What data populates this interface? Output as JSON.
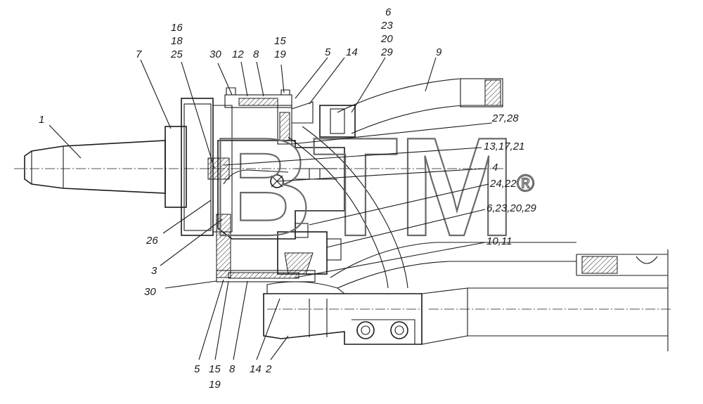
{
  "watermark": {
    "text": "BTM",
    "mark": "®"
  },
  "labels": [
    {
      "id": "l1",
      "text": "1"
    },
    {
      "id": "l7",
      "text": "7"
    },
    {
      "id": "l16",
      "text": "16"
    },
    {
      "id": "l18",
      "text": "18"
    },
    {
      "id": "l25",
      "text": "25"
    },
    {
      "id": "l30t",
      "text": "30"
    },
    {
      "id": "l12",
      "text": "12"
    },
    {
      "id": "l8t",
      "text": "8"
    },
    {
      "id": "l15t",
      "text": "15"
    },
    {
      "id": "l19t",
      "text": "19"
    },
    {
      "id": "l5t",
      "text": "5"
    },
    {
      "id": "l14t",
      "text": "14"
    },
    {
      "id": "l6",
      "text": "6"
    },
    {
      "id": "l23",
      "text": "23"
    },
    {
      "id": "l20",
      "text": "20"
    },
    {
      "id": "l29",
      "text": "29"
    },
    {
      "id": "l9",
      "text": "9"
    },
    {
      "id": "l2728",
      "text": "27,28"
    },
    {
      "id": "l131721",
      "text": "13,17,21"
    },
    {
      "id": "l4",
      "text": "4"
    },
    {
      "id": "l2422",
      "text": "24,22"
    },
    {
      "id": "l6232029",
      "text": "6,23,20,29"
    },
    {
      "id": "l1011",
      "text": "10,11"
    },
    {
      "id": "l26",
      "text": "26"
    },
    {
      "id": "l3",
      "text": "3"
    },
    {
      "id": "l30b",
      "text": "30"
    },
    {
      "id": "l5b",
      "text": "5"
    },
    {
      "id": "l15b",
      "text": "15"
    },
    {
      "id": "l19b",
      "text": "19"
    },
    {
      "id": "l8b",
      "text": "8"
    },
    {
      "id": "l14b",
      "text": "14"
    },
    {
      "id": "l2",
      "text": "2"
    }
  ]
}
